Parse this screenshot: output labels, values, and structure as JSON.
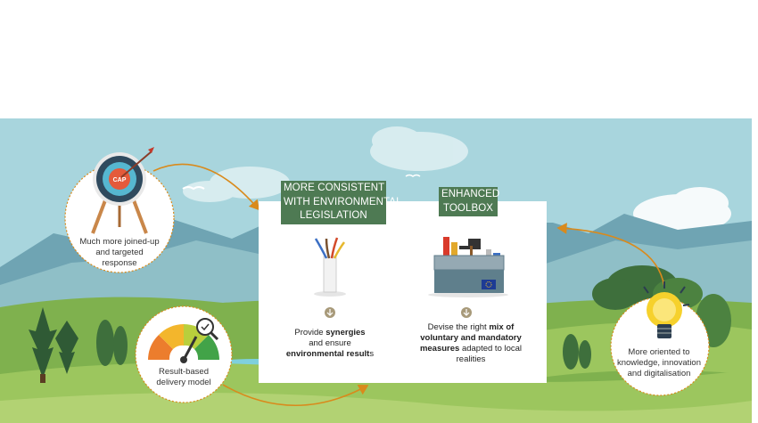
{
  "nodes": {
    "joined_up": {
      "label": "Much more joined-up and targeted response",
      "lines": [
        "Much more joined-up",
        "and targeted",
        "response"
      ],
      "icon": "target-icon",
      "badge": "CAP"
    },
    "result_based": {
      "label": "Result-based delivery model",
      "lines": [
        "Result-based",
        "delivery model"
      ],
      "icon": "gauge-icon"
    },
    "knowledge": {
      "label": "More oriented to knowledge, innovation and digitalisation",
      "lines": [
        "More oriented to",
        "knowledge, innovation",
        "and digitalisation"
      ],
      "icon": "lightbulb-icon"
    }
  },
  "panel": {
    "left": {
      "title_lines": [
        "MORE CONSISTENT",
        "WITH ENVIRONMENTAL",
        "LEGISLATION"
      ],
      "icon": "cables-icon",
      "text": {
        "p1": "Provide ",
        "b1": "synergies",
        "p2": "and ensure",
        "b2": "environmental result",
        "p3": "s"
      }
    },
    "right": {
      "title_lines": [
        "ENHANCED",
        "TOOLBOX"
      ],
      "icon": "toolbox-icon",
      "text": {
        "p1": "Devise the right ",
        "b1": "mix of",
        "b2": "voluntary and mandatory",
        "b3": "measures",
        "p2": " adapted to local",
        "p3": "realities"
      }
    }
  },
  "colors": {
    "sky": "#a8d5dd",
    "tag_green": "#4e7a53",
    "arrow_orange": "#d98a1c",
    "field_green": "#8dbb55"
  }
}
